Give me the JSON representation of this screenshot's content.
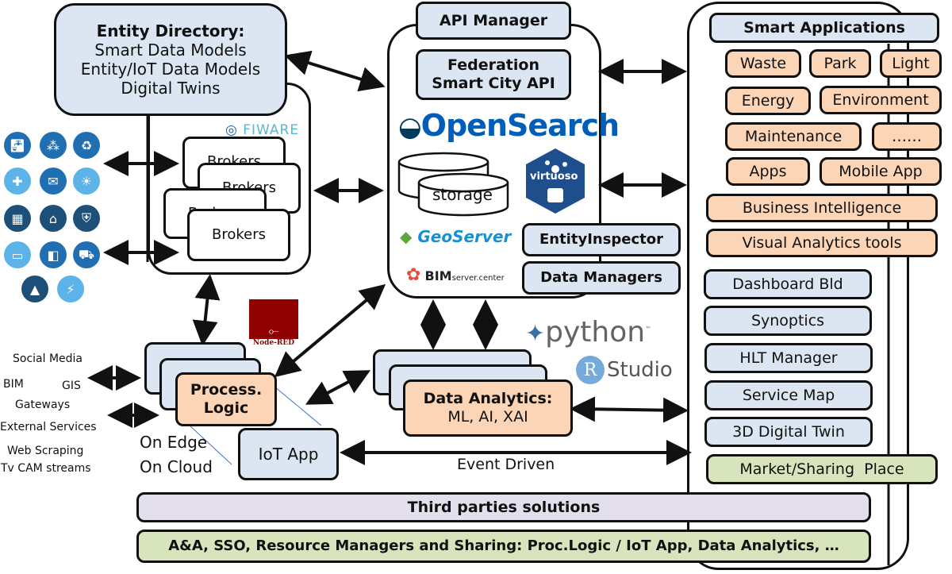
{
  "entity_directory": {
    "title": "Entity Directory:",
    "lines": [
      "Smart Data Models",
      "Entity/IoT Data Models",
      "Digital Twins"
    ]
  },
  "brokers": {
    "logo": "FIWARE",
    "labels": [
      "Brokers",
      "Brokers",
      "Brokers",
      "Brokers"
    ]
  },
  "core": {
    "api_manager": "API Manager",
    "federation": [
      "Federation",
      "Smart City API"
    ],
    "opensearch": "OpenSearch",
    "storage": "storage",
    "virtuoso": "virtuoso",
    "geoserver": "GeoServer",
    "bimserver_main": "BIM",
    "bimserver_sub": "server.center",
    "entity_inspector": "EntityInspector",
    "data_managers": "Data Managers"
  },
  "smart_applications": {
    "title": "Smart Applications",
    "apps": [
      "Waste",
      "Park",
      "Light",
      "Energy",
      "Environment",
      "Maintenance",
      "……",
      "Apps",
      "Mobile App"
    ],
    "business_intelligence": "Business Intelligence",
    "visual_analytics": "Visual Analytics tools",
    "tools": [
      "Dashboard Bld",
      "Synoptics",
      "HLT Manager",
      "Service Map",
      "3D Digital Twin"
    ],
    "market": "Market/Sharing  Place"
  },
  "sources": {
    "items": [
      "Social Media",
      "BIM",
      "GIS",
      "Gateways",
      "External Services",
      "Web Scraping",
      "Tv CAM streams"
    ],
    "icons": [
      "faucet-icon",
      "network-icon",
      "recycle-icon",
      "medical-kit-icon",
      "chat-icon",
      "lightbulb-icon",
      "building-icon",
      "smart-home-icon",
      "shield-icon",
      "laptop-icon",
      "cctv-camera-icon",
      "car-icon",
      "graduation-cap-icon",
      "energy-bolt-icon"
    ]
  },
  "process_logic": {
    "label": [
      "Process.",
      "Logic"
    ],
    "node_red": "Node-RED",
    "on_edge": "On Edge",
    "on_cloud": "On Cloud",
    "iot_app": "IoT App"
  },
  "analytics": {
    "title": "Data Analytics:",
    "sub": "ML, AI, XAI",
    "python": "python",
    "rstudio_r": "R",
    "rstudio": "Studio",
    "event_driven": "Event Driven"
  },
  "bottom": {
    "third_parties": "Third parties solutions",
    "aaa": "A&A, SSO, Resource Managers and Sharing: Proc.Logic / IoT App, Data Analytics, …"
  },
  "colors": {
    "blue_box": "#dce6f2",
    "orange_box": "#fbd5b5",
    "green_box": "#d8e4bc",
    "lavender_box": "#e4dfec",
    "node_red": "#8f0000",
    "opensearch": "#005eb8"
  }
}
